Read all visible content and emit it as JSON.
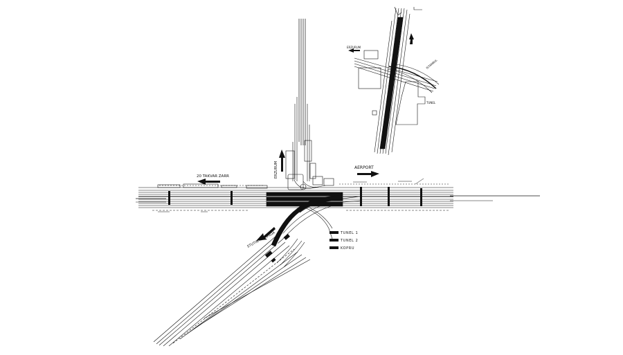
{
  "labels": {
    "airport": "AERPORT",
    "west_road": "20 TAKVAR ZARR",
    "south_road": "STUTIN ROTUNDA",
    "north_road": "ERZURUM"
  },
  "legend": [
    {
      "label": "TUNEL 1",
      "color": "#111111"
    },
    {
      "label": "TUNEL 2",
      "color": "#111111"
    },
    {
      "label": "KOPRU",
      "color": "#111111"
    }
  ],
  "inset": {
    "labels": {
      "west": "ERZURUM",
      "northeast": "ISTANBUL",
      "east": "TUNEL"
    }
  }
}
